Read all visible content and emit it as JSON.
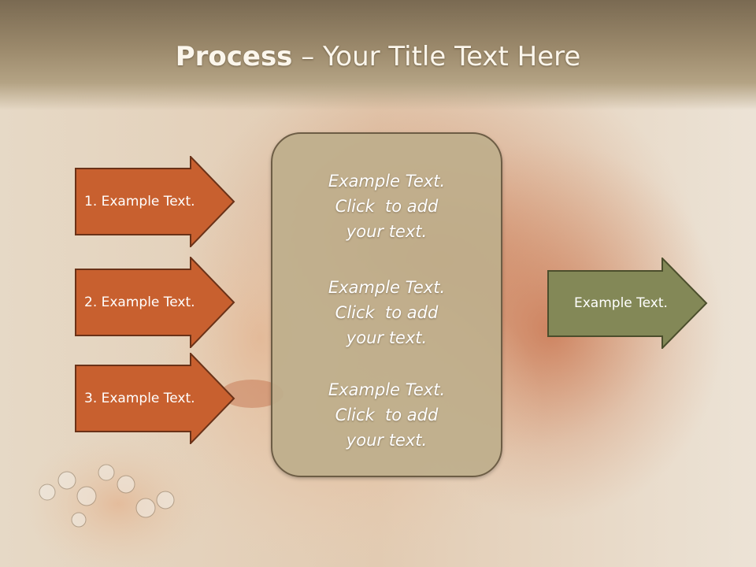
{
  "slide": {
    "title_bold": "Process",
    "title_rest": " – Your Title Text Here"
  },
  "left_arrows": [
    {
      "label": "1. Example Text."
    },
    {
      "label": "2. Example Text."
    },
    {
      "label": "3. Example Text."
    }
  ],
  "center_panel": {
    "blocks": [
      {
        "line1": "Example Text.",
        "line2": "Click  to add",
        "line3": "your text."
      },
      {
        "line1": "Example Text.",
        "line2": "Click  to add",
        "line3": "your text."
      },
      {
        "line1": "Example Text.",
        "line2": "Click  to add",
        "line3": "your text."
      }
    ]
  },
  "right_arrow": {
    "label": "Example Text."
  },
  "colors": {
    "left_arrow_fill": "#c8602f",
    "left_arrow_border": "#6a3218",
    "right_arrow_fill": "#838857",
    "right_arrow_border": "#4b4e2c",
    "panel_fill": "#beae8c",
    "panel_border": "#6d5d45"
  }
}
